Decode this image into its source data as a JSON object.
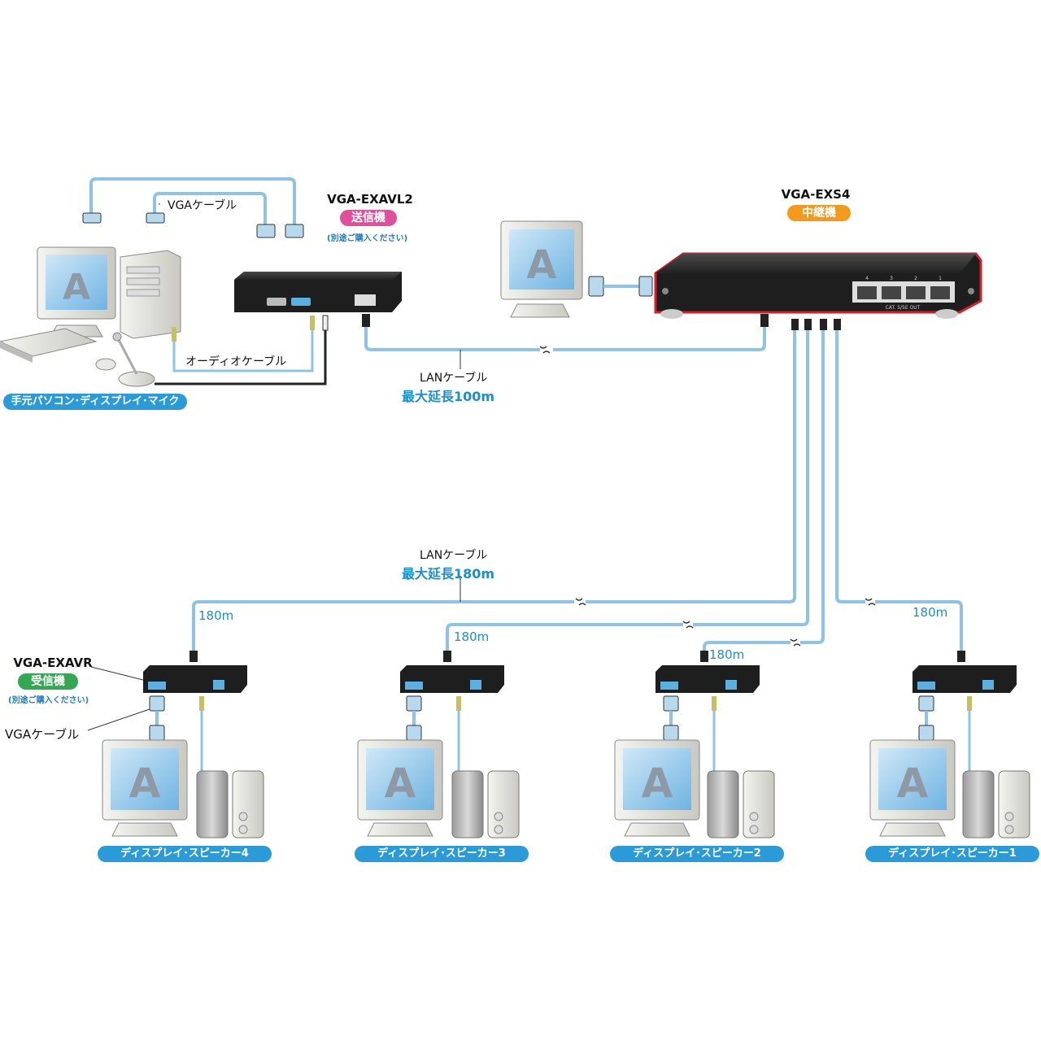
{
  "transmitter": {
    "model": "VGA-EXAVL2",
    "role": "送信機",
    "note": "(別途ご購入ください)",
    "role_color": "#e0509a"
  },
  "repeater": {
    "model": "VGA-EXS4",
    "role": "中継機",
    "role_color": "#f39a1c",
    "port_numbers": [
      "4",
      "3",
      "2",
      "1"
    ],
    "port_label": "CAT. 5/5E OUT"
  },
  "receiver": {
    "model": "VGA-EXAVR",
    "role": "受信機",
    "note": "(別途ご購入ください)",
    "role_color": "#33a852"
  },
  "labels": {
    "vga_cable_top": "VGAケーブル",
    "audio_cable": "オーディオケーブル",
    "lan_cable_1": "LANケーブル",
    "lan_max_1": "最大延長100m",
    "lan_cable_2": "LANケーブル",
    "lan_max_2": "最大延長180m",
    "vga_cable_bottom": "VGAケーブル",
    "local_station": "手元パソコン･ディスプレイ･マイク",
    "monitor_letter": "A"
  },
  "distances": [
    "180m",
    "180m",
    "180m",
    "180m"
  ],
  "stations": [
    {
      "label": "ディスプレイ･スピーカー4"
    },
    {
      "label": "ディスプレイ･スピーカー3"
    },
    {
      "label": "ディスプレイ･スピーカー2"
    },
    {
      "label": "ディスプレイ･スピーカー1"
    }
  ],
  "colors": {
    "cable_blue": "#8fc3e6",
    "accent_blue": "#1a8fd0",
    "device_body": "#1e1e1e",
    "repeater_outline": "#d4202a"
  }
}
